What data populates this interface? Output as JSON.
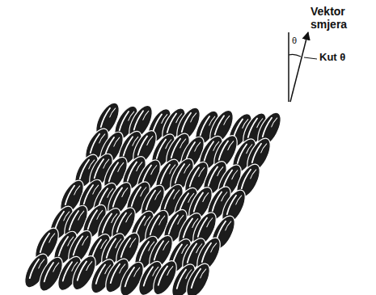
{
  "diagram": {
    "labels": [
      "Vektor smjera",
      "θ",
      "Kut θ"
    ]
  }
}
